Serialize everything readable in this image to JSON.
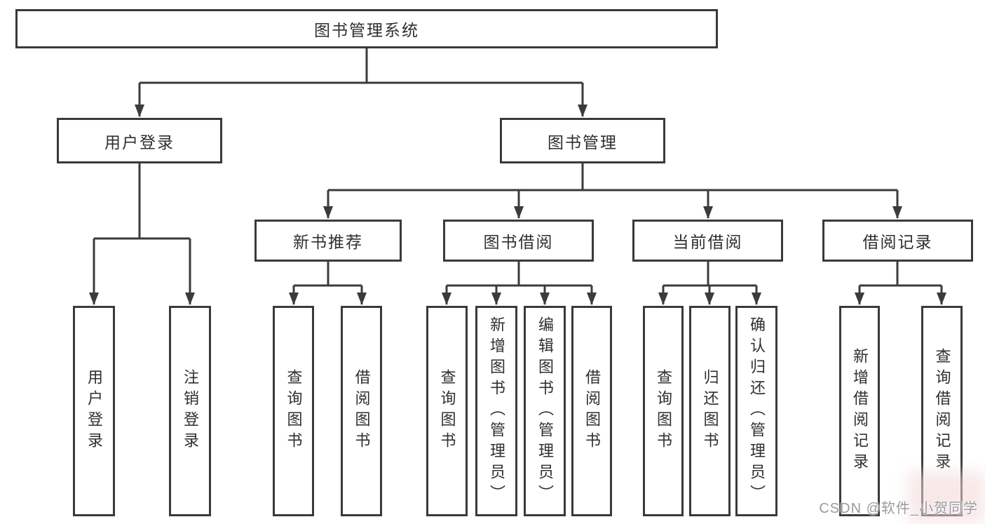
{
  "colors": {
    "line": "#3b3b3b",
    "box_border": "#3a3a3a",
    "box_background": "#ffffff",
    "text": "#2f2f2f",
    "page_background": "#ffffff",
    "watermark_text": "#9a9aa2",
    "watermark_tint": "#f3d7d7"
  },
  "tree": {
    "root": {
      "label": "图书管理系统"
    },
    "children": [
      {
        "label": "用户登录",
        "children": [
          {
            "label": "用户登录"
          },
          {
            "label": "注销登录"
          }
        ]
      },
      {
        "label": "图书管理",
        "children": [
          {
            "label": "新书推荐",
            "children": [
              {
                "label": "查询图书"
              },
              {
                "label": "借阅图书"
              }
            ]
          },
          {
            "label": "图书借阅",
            "children": [
              {
                "label": "查询图书"
              },
              {
                "label": "新增图书（管理员）"
              },
              {
                "label": "编辑图书（管理员）"
              },
              {
                "label": "借阅图书"
              }
            ]
          },
          {
            "label": "当前借阅",
            "children": [
              {
                "label": "查询图书"
              },
              {
                "label": "归还图书"
              },
              {
                "label": "确认归还（管理员）"
              }
            ]
          },
          {
            "label": "借阅记录",
            "children": [
              {
                "label": "新增借阅记录"
              },
              {
                "label": "查询借阅记录"
              }
            ]
          }
        ]
      }
    ]
  },
  "watermark": {
    "text": "CSDN @软件_小贺同学"
  }
}
